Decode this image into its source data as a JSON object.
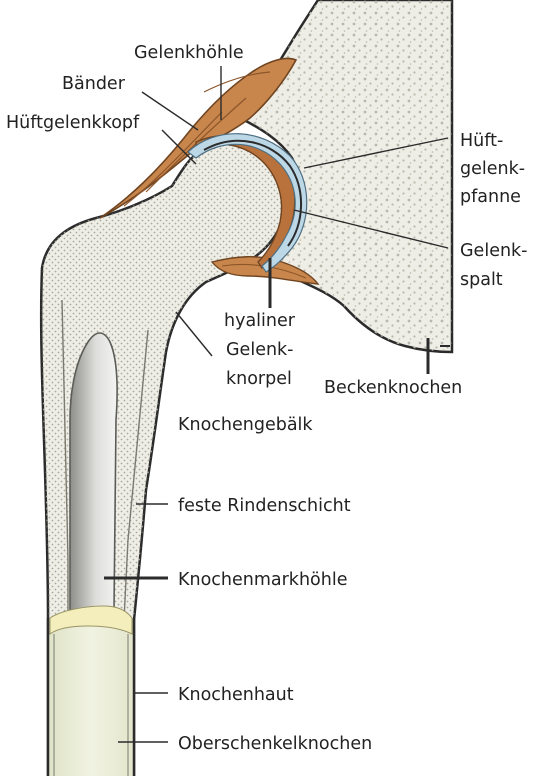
{
  "labels": {
    "gelenkhoehle": "Gelenkhöhle",
    "baender": "Bänder",
    "hueftgelenkkopf": "Hüftgelenkkopf",
    "hueftgelenkpfanne": [
      "Hüft-",
      "gelenk-",
      "pfanne"
    ],
    "gelenkspalt": [
      "Gelenk-",
      "spalt"
    ],
    "hyaliner_gelenkknorpel": [
      "hyaliner",
      "Gelenk-",
      "knorpel"
    ],
    "beckenknochen": "Beckenknochen",
    "knochengebaelk": "Knochengebälk",
    "feste_rindenschicht": "feste Rindenschicht",
    "knochenmarkhoehle": "Knochenmarkhöhle",
    "knochenhaut": "Knochenhaut",
    "oberschenkelknochen": "Oberschenkelknochen"
  },
  "colors": {
    "bone_fill": "#eeeee6",
    "bone_dots": "#a8a89c",
    "outline": "#2b2b2b",
    "ligament": "#c9864c",
    "ligament_dark": "#8c552a",
    "cartilage": "#bcd7e6",
    "marrow_light": "#ececea",
    "marrow_dark": "#8d8d89",
    "yellow_band": "#f3eebc",
    "shaft_fill": "#ecefd9"
  }
}
